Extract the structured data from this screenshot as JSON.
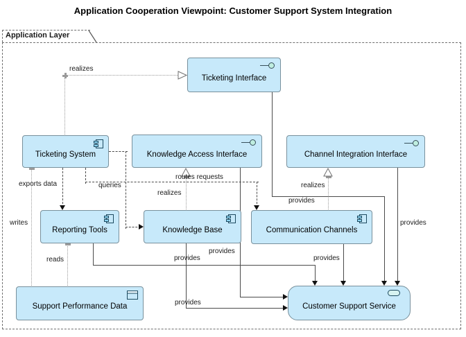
{
  "title": "Application Cooperation Viewpoint: Customer Support System Integration",
  "group": {
    "label": "Application Layer"
  },
  "colors": {
    "node_fill": "#c7e9fa",
    "node_border": "#78909c",
    "edge_solid": "#4a4a4a",
    "edge_dotted": "#9a9a9a",
    "group_border": "#6e6e6e"
  },
  "nodes": {
    "ticketing_interface": {
      "label": "Ticketing Interface",
      "type": "interface"
    },
    "ticketing_system": {
      "label": "Ticketing System",
      "type": "component"
    },
    "knowledge_access_interface": {
      "label": "Knowledge Access Interface",
      "type": "interface"
    },
    "channel_integration_interface": {
      "label": "Channel Integration Interface",
      "type": "interface"
    },
    "reporting_tools": {
      "label": "Reporting Tools",
      "type": "component"
    },
    "knowledge_base": {
      "label": "Knowledge Base",
      "type": "component"
    },
    "communication_channels": {
      "label": "Communication Channels",
      "type": "component"
    },
    "support_performance_data": {
      "label": "Support Performance Data",
      "type": "data-object"
    },
    "customer_support_service": {
      "label": "Customer Support Service",
      "type": "service"
    }
  },
  "edge_labels": {
    "realizes_ti": "realizes",
    "exports_data": "exports data",
    "queries": "queries",
    "routes_requests": "routes requests",
    "realizes_kb": "realizes",
    "realizes_cc": "realizes",
    "provides_ti": "provides",
    "provides_cii": "provides",
    "provides_kai": "provides",
    "provides_rt": "provides",
    "provides_cc": "provides",
    "provides_kb": "provides",
    "writes": "writes",
    "reads": "reads"
  }
}
